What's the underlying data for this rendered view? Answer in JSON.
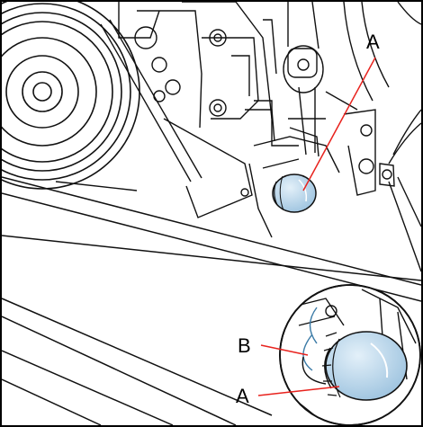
{
  "callouts": {
    "top_a": "A",
    "inset_b": "B",
    "inset_a": "A"
  },
  "colors": {
    "leader": "#e8231e",
    "cap_fill": "#bcd7ea",
    "line": "#111111"
  }
}
